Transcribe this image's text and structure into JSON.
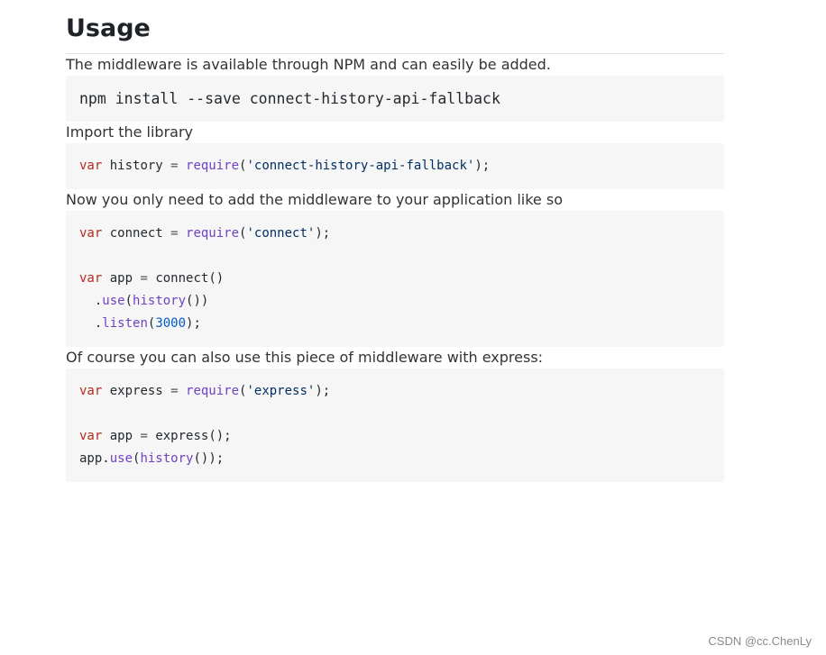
{
  "heading": "Usage",
  "intro": "The middleware is available through NPM and can easily be added.",
  "install_cmd": "npm install --save connect-history-api-fallback",
  "import_text": "Import the library",
  "import_code": {
    "kw": "var",
    "name": " history ",
    "eq": "=",
    "fn": " require",
    "open": "(",
    "str": "'connect-history-api-fallback'",
    "close": ");"
  },
  "connect_text": "Now you only need to add the middleware to your application like so",
  "connect_code": {
    "l1_kw": "var",
    "l1_name": " connect ",
    "l1_eq": "=",
    "l1_fn": " require",
    "l1_open": "(",
    "l1_str": "'connect'",
    "l1_close": ");",
    "l3_kw": "var",
    "l3_name": " app ",
    "l3_eq": "=",
    "l3_rest": " connect()",
    "l4_dot": "  .",
    "l4_fn": "use",
    "l4_open": "(",
    "l4_fn2": "history",
    "l4_close": "())",
    "l5_dot": "  .",
    "l5_fn": "listen",
    "l5_open": "(",
    "l5_num": "3000",
    "l5_close": ");"
  },
  "express_text": "Of course you can also use this piece of middleware with express:",
  "express_code": {
    "l1_kw": "var",
    "l1_name": " express ",
    "l1_eq": "=",
    "l1_fn": " require",
    "l1_open": "(",
    "l1_str": "'express'",
    "l1_close": ");",
    "l3_kw": "var",
    "l3_name": " app ",
    "l3_eq": "=",
    "l3_rest": " express();",
    "l4_obj": "app.",
    "l4_fn": "use",
    "l4_open": "(",
    "l4_fn2": "history",
    "l4_close": "());"
  },
  "watermark": "CSDN @cc.ChenLy"
}
